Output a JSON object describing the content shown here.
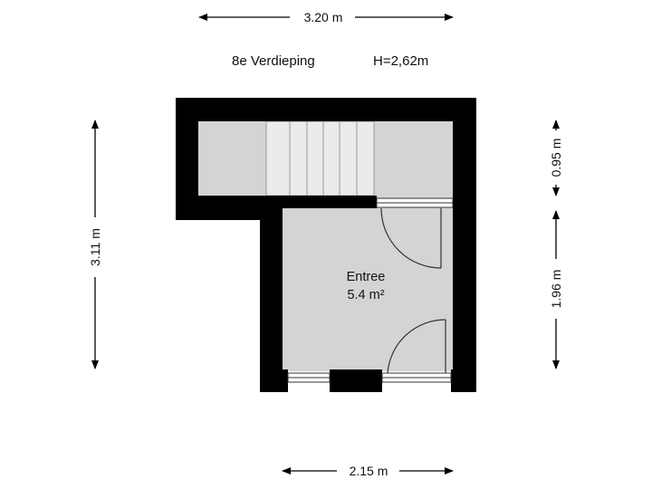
{
  "header": {
    "floor_label": "8e Verdieping",
    "height_label": "H=2,62m"
  },
  "dimensions": {
    "top_width": "3.20 m",
    "bottom_width": "2.15 m",
    "left_height": "3.11 m",
    "right_upper": "0.95 m",
    "right_lower": "1.96 m"
  },
  "rooms": [
    {
      "name": "Entree",
      "area": "5.4 m²"
    }
  ],
  "colors": {
    "wall": "#000000",
    "floor": "#d4d4d4",
    "stair": "#ebebeb",
    "door_line": "#333333",
    "dimension_line": "#000000"
  }
}
